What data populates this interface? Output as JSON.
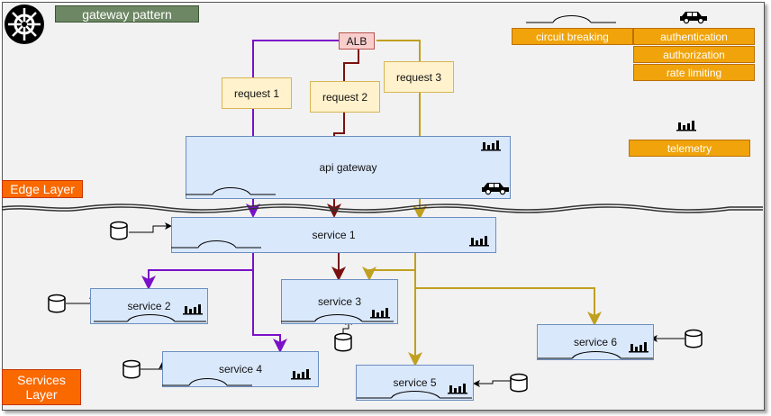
{
  "title": "gateway pattern",
  "alb": "ALB",
  "requests": [
    "request 1",
    "request 2",
    "request 3"
  ],
  "gateway": "api gateway",
  "layers": {
    "edge": "Edge Layer",
    "services": "Services Layer"
  },
  "services": [
    "service 1",
    "service 2",
    "service 3",
    "service 4",
    "service 5",
    "service 6"
  ],
  "legend": {
    "circuit_breaking": "circuit breaking",
    "authentication": "authentication",
    "authorization": "authorization",
    "rate_limiting": "rate limiting",
    "telemetry": "telemetry"
  },
  "colors": {
    "purple": "#7a10c9",
    "darkred": "#7a1010",
    "gold": "#c0a020",
    "orange": "#f0a30a",
    "layer": "#fa6800"
  },
  "icons": [
    "kubernetes-icon",
    "car-icon",
    "bar-chart-icon",
    "database-icon",
    "circuit-breaker-icon"
  ]
}
